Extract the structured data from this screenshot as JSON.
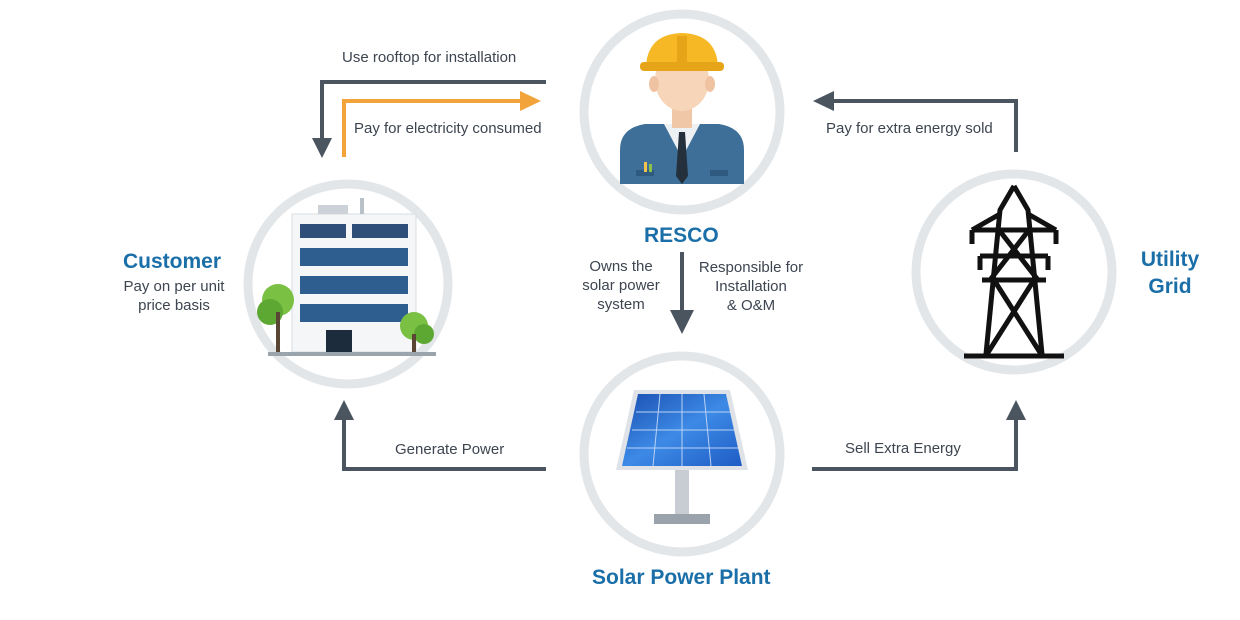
{
  "nodes": {
    "resco": {
      "title": "RESCO"
    },
    "customer": {
      "title": "Customer",
      "subtitle_lines": [
        "Pay on per unit",
        "price basis"
      ]
    },
    "utility": {
      "title_lines": [
        "Utility",
        "Grid"
      ]
    },
    "solar": {
      "title": "Solar Power Plant"
    }
  },
  "flows": {
    "use_rooftop": "Use rooftop for installation",
    "pay_electricity": "Pay for electricity consumed",
    "pay_extra": "Pay for extra energy sold",
    "owns_lines": [
      "Owns the",
      "solar power",
      "system"
    ],
    "responsible_lines": [
      "Responsible for",
      "Installation",
      "& O&M"
    ],
    "generate_power": "Generate Power",
    "sell_extra": "Sell Extra Energy"
  },
  "colors": {
    "arrow_dark": "#4b5560",
    "arrow_orange": "#f2a33a",
    "circle_ring": "#e3e6e9",
    "title_blue": "#1b6fa8"
  },
  "icons": [
    "engineer-icon",
    "building-icon",
    "transmission-tower-icon",
    "solar-panel-icon"
  ]
}
